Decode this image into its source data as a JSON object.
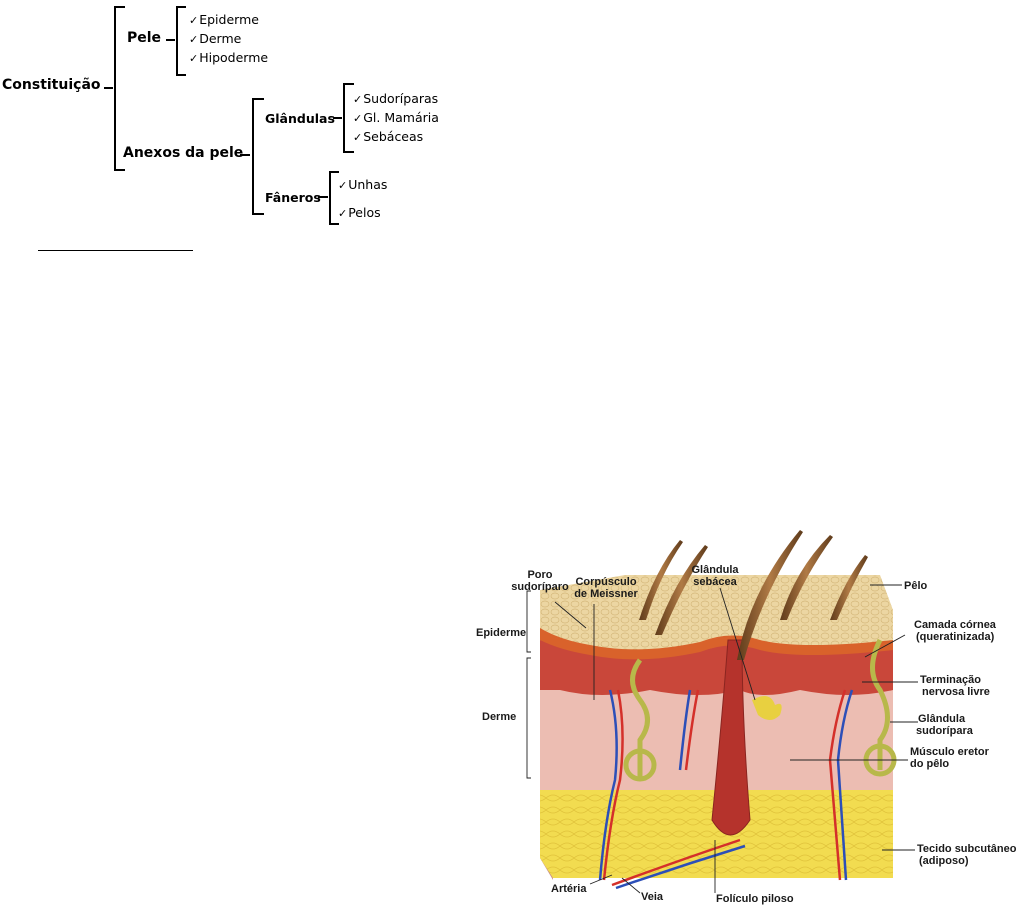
{
  "concept_map": {
    "root": "Constituição",
    "branches": [
      {
        "label": "Pele",
        "items": [
          "Epiderme",
          "Derme",
          "Hipoderme"
        ]
      },
      {
        "label": "Anexos da pele",
        "children": [
          {
            "label": "Glândulas",
            "items": [
              "Sudoríparas",
              "Gl. Mamária",
              "Sebáceas"
            ]
          },
          {
            "label": "Fâneros",
            "items": [
              "Unhas",
              "Pelos"
            ]
          }
        ]
      }
    ],
    "check_glyph": "✓"
  },
  "skin_diagram": {
    "labels": {
      "poro_sudoriparo": [
        "Poro",
        "sudoríparo"
      ],
      "corpusculo_meissner": [
        "Corpúsculo",
        "de Meissner"
      ],
      "glandula_sebacea": [
        "Glândula",
        "sebácea"
      ],
      "pelo": "Pêlo",
      "camada_cornea": [
        "Camada córnea",
        "(queratinizada)"
      ],
      "terminacao_nervosa": [
        "Terminação",
        "nervosa livre"
      ],
      "glandula_sudoripara": [
        "Glândula",
        "sudorípara"
      ],
      "musculo_eretor": [
        "Músculo eretor",
        "do pêlo"
      ],
      "tecido_subcutaneo": [
        "Tecido subcutâneo",
        "(adiposo)"
      ],
      "epiderme": "Epiderme",
      "derme": "Derme",
      "arteria": "Artéria",
      "veia": "Veia",
      "foliculo_piloso": "Folículo piloso"
    },
    "colors": {
      "epidermis": "#e8cf9a",
      "stratum_corneum": "#d9622b",
      "dermis": "#e9b3a8",
      "dermis_papillary": "#c9473a",
      "subcutaneous": "#f2dd55",
      "hair": "#8a5a2b",
      "artery": "#d4302a",
      "vein": "#2c4fb8",
      "sweat_gland": "#b8b84a"
    }
  }
}
